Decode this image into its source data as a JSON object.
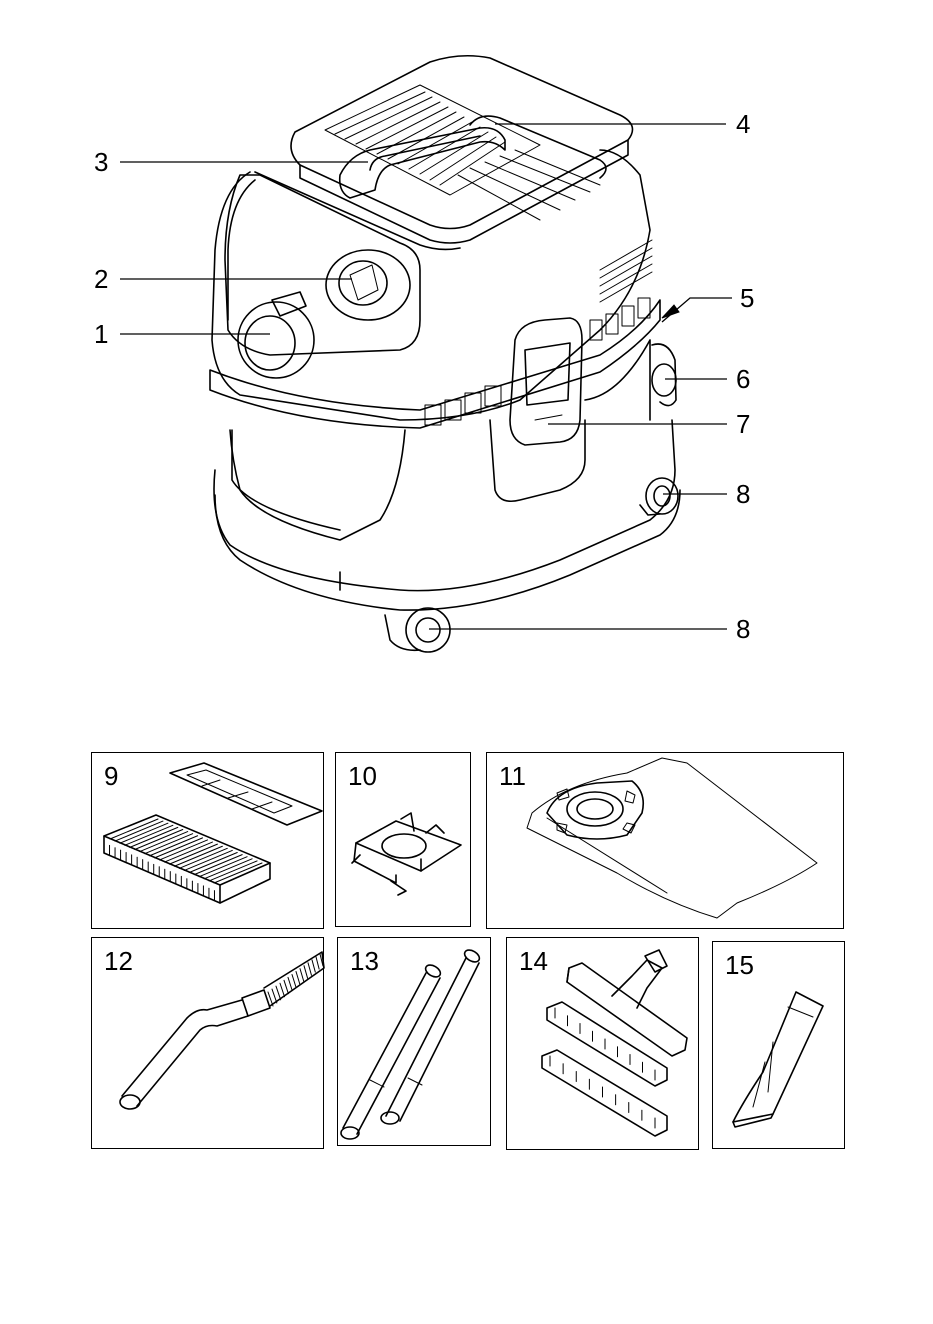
{
  "callouts": {
    "c1": "1",
    "c2": "2",
    "c3": "3",
    "c4": "4",
    "c5": "5",
    "c6": "6",
    "c7": "7",
    "c8a": "8",
    "c8b": "8"
  },
  "panels": {
    "p9": "9",
    "p10": "10",
    "p11": "11",
    "p12": "12",
    "p13": "13",
    "p14": "14",
    "p15": "15"
  }
}
